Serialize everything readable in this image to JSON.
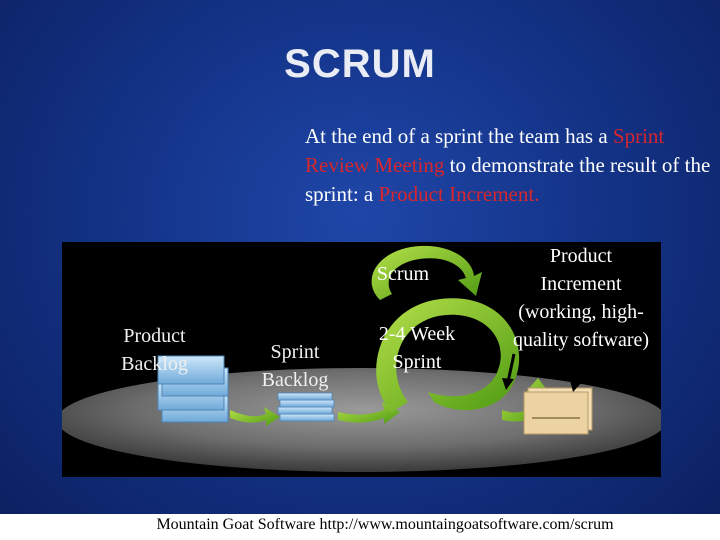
{
  "title": "SCRUM",
  "description": {
    "part1": "At the end of a sprint the team has a ",
    "highlight1": "Sprint Review Meeting",
    "part2": " to demonstrate the result of the sprint: a ",
    "highlight2": "Product Increment."
  },
  "diagram": {
    "product_backlog": [
      "Product",
      "Backlog"
    ],
    "sprint_backlog": [
      "Sprint",
      "Backlog"
    ],
    "scrum_label": "Scrum",
    "sprint_duration": [
      "2-4 Week",
      "Sprint"
    ],
    "product_increment": [
      "Product",
      "Increment",
      "(working, high-",
      "quality software)"
    ]
  },
  "colors": {
    "highlight": "#d8262c",
    "arrow_green": "#7ec12a",
    "backlog_blue": "#8fc3e8"
  },
  "footer": "Mountain Goat Software http://www.mountaingoatsoftware.com/scrum"
}
